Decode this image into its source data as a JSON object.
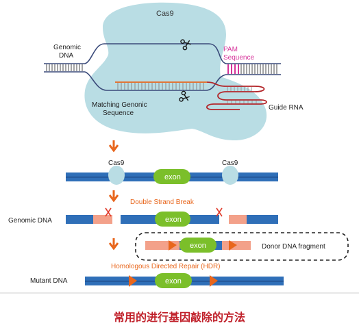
{
  "colors": {
    "cas9_blob": "#b9dde4",
    "dna_blue": "#2f6fb8",
    "dna_dark": "#1f4e8c",
    "exon_green": "#7bbf2a",
    "orange": "#e8661c",
    "salmon": "#f3a18a",
    "pam_magenta": "#d6339a",
    "guide_red": "#b3262a",
    "caption_red": "#c0202a"
  },
  "top": {
    "cas9_label": "Cas9",
    "genomic_dna_line1": "Genomic",
    "genomic_dna_line2": "DNA",
    "pam_line1": "PAM",
    "pam_line2": "Sequence",
    "matching_line1": "Matching Genonic",
    "matching_line2": "Sequence",
    "guide_rna": "Guide RNA"
  },
  "step2": {
    "cas9_left": "Cas9",
    "cas9_right": "Cas9",
    "exon": "exon"
  },
  "step3": {
    "title": "Double Strand Break",
    "genomic_dna": "Genomic DNA",
    "exon": "exon"
  },
  "step4": {
    "exon": "exon",
    "donor": "Donor DNA fragment",
    "hdr": "Homologous Directed Repair (HDR)"
  },
  "step5": {
    "mutant": "Mutant  DNA",
    "exon": "exon"
  },
  "caption": "常用的进行基因敲除的方法"
}
